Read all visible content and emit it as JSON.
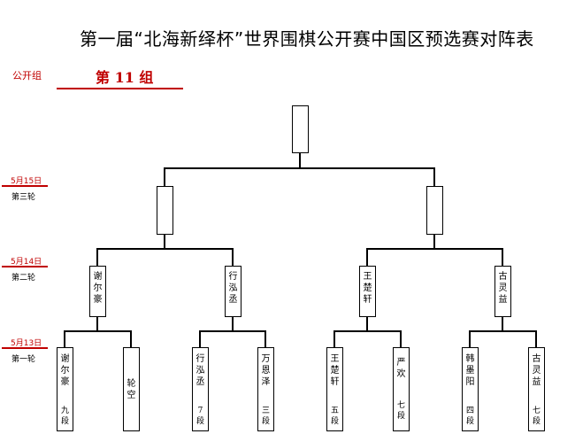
{
  "title": "第一届“北海新绎杯”世界围棋公开赛中国区预选赛对阵表",
  "group": {
    "label": "公开组",
    "name": "第 11 组"
  },
  "rounds": [
    {
      "date": "5月15日",
      "name": "第三轮"
    },
    {
      "date": "5月14日",
      "name": "第二轮"
    },
    {
      "date": "5月13日",
      "name": "第一轮"
    }
  ],
  "round1": [
    {
      "name": "谢尔豪",
      "rank": "九段"
    },
    {
      "name": "轮空",
      "rank": ""
    },
    {
      "name": "行泓丞",
      "rank": "7段"
    },
    {
      "name": "万恩泽",
      "rank": "三段"
    },
    {
      "name": "王楚轩",
      "rank": "五段"
    },
    {
      "name": "严欢",
      "rank": "七段"
    },
    {
      "name": "韩墨阳",
      "rank": "四段"
    },
    {
      "name": "古灵益",
      "rank": "七段"
    }
  ],
  "round2": [
    {
      "name": "谢尔豪"
    },
    {
      "name": "行泓丞"
    },
    {
      "name": "王楚轩"
    },
    {
      "name": "古灵益"
    }
  ],
  "round3": [
    {
      "name": ""
    },
    {
      "name": ""
    }
  ],
  "final": {
    "name": ""
  }
}
